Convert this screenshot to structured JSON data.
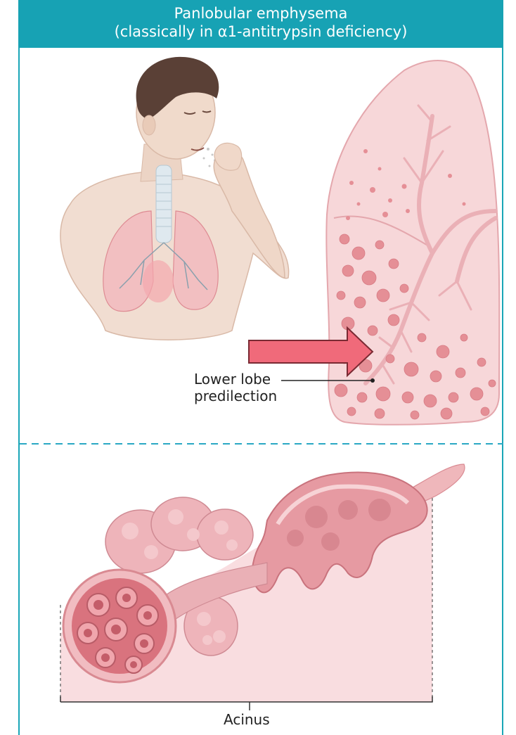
{
  "header": {
    "title": "Panlobular emphysema",
    "subtitle": "(classically in α1-antitrypsin deficiency)"
  },
  "labels": {
    "lower_lobe_line1": "Lower lobe",
    "lower_lobe_line2": "predilection",
    "acinus": "Acinus"
  },
  "colors": {
    "header_bg": "#17a2b4",
    "divider": "#2aa8c4",
    "arrow": "#f06a7a",
    "lung_fill": "#f6d4d6",
    "lesion": "#e58f96"
  }
}
